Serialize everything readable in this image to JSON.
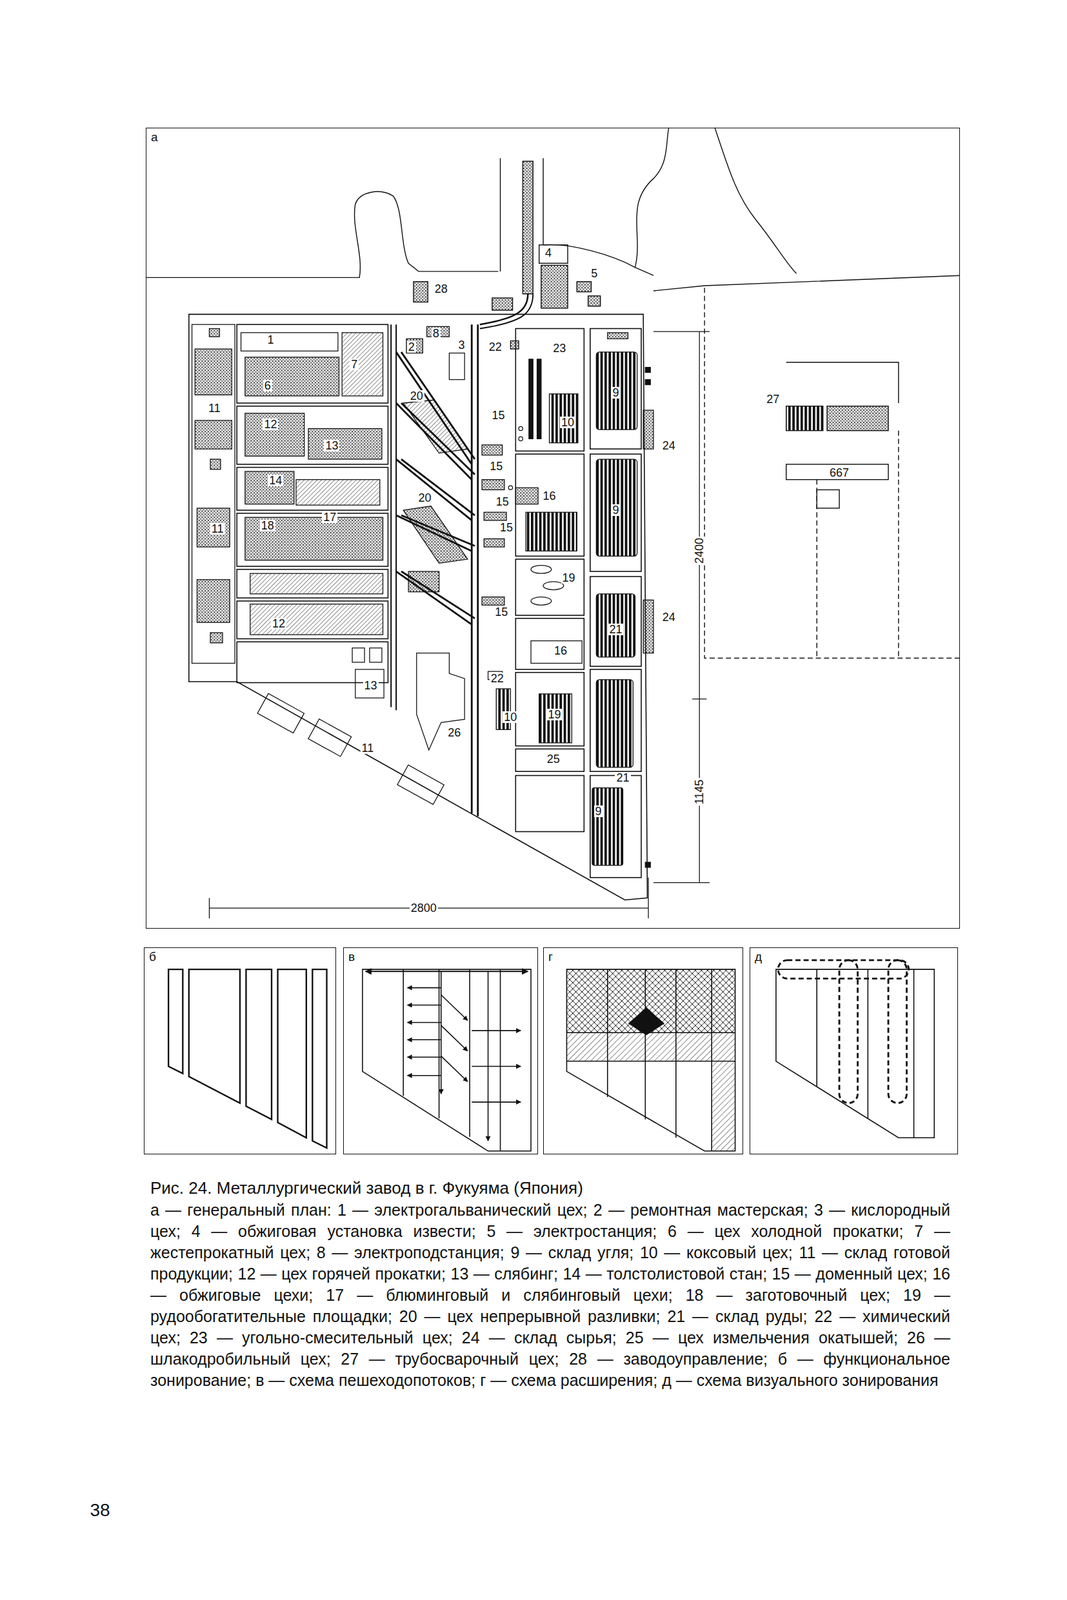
{
  "diagram": {
    "title": "Рис. 24. Металлургический завод в г. Фукуяма (Япония)",
    "caption": "а — генеральный план: 1 — электрогальванический цех; 2 — ремонтная мастерская; 3 — кислородный цех; 4 — обжиговая установка извести; 5 — электростанция; 6 — цех холодной прокатки; 7 — жестепрокатный цех; 8 — электроподстанция; 9 — склад угля; 10 — коксовый цех; 11 — склад готовой продукции; 12 — цех горячей прокатки; 13 — слябинг; 14 — толстолистовой стан; 15 — доменный цех; 16 — обжиговые цехи; 17 — блюминговый и слябинговый цехи; 18 — заготовочный цех; 19 — рудообогатительные площадки; 20 — цех непрерывной разливки; 21 — склад руды; 22 — химический цех; 23 — угольно-смесительный цех; 24 — склад сырья; 25 — цех измельчения окатышей; 26 — шлакодробильный цех; 27 — трубосварочный цех; 28 — заводоуправление; б — функциональное зонирование; в — схема пешеходопотоков; г — схема расширения; д — схема визуального зонирования",
    "nodes": [
      {
        "text": [
          "а"
        ]
      },
      {
        "text": [
          "б"
        ]
      },
      {
        "text": [
          "в"
        ]
      },
      {
        "text": [
          "г"
        ]
      },
      {
        "text": [
          "д"
        ]
      }
    ],
    "labels": [
      "1",
      "7",
      "6",
      "28",
      "4",
      "5",
      "8",
      "2",
      "3",
      "22",
      "23",
      "9",
      "27",
      "11",
      "12",
      "13",
      "20",
      "15",
      "10",
      "24",
      "667",
      "15",
      "14",
      "20",
      "15",
      "16",
      "9",
      "2400",
      "11",
      "17",
      "18",
      "15",
      "19",
      "12",
      "16",
      "21",
      "24",
      "15",
      "13",
      "22",
      "10",
      "19",
      "26",
      "11",
      "25",
      "1145",
      "21",
      "9",
      "2800",
      "38"
    ]
  }
}
